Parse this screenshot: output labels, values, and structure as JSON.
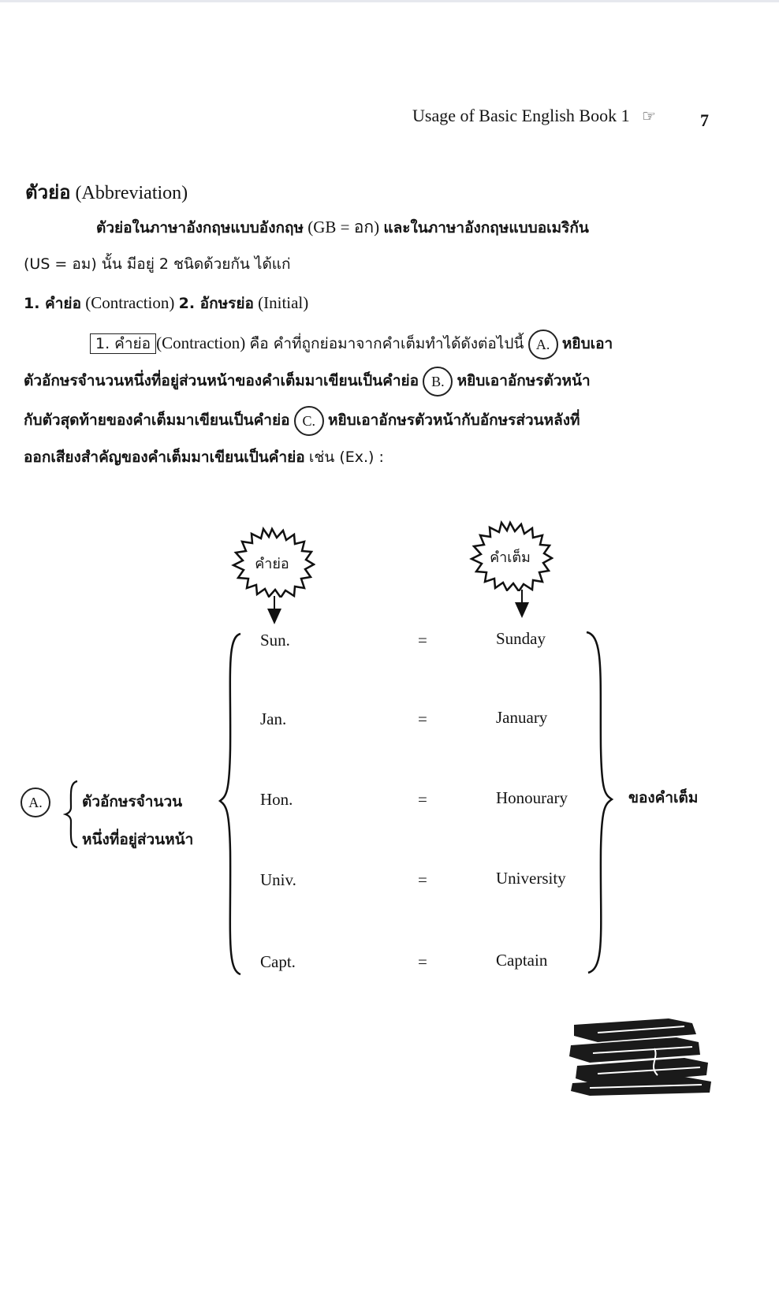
{
  "header": {
    "running_title": "Usage of Basic English Book 1",
    "hand_icon": "pointing-hand-icon",
    "page_number": "7"
  },
  "section": {
    "title_th": "ตัวย่อ",
    "title_en": "(Abbreviation)"
  },
  "intro": {
    "line1_th": "ตัวย่อในภาษาอังกฤษแบบอังกฤษ",
    "line1_code": "(GB = อก)",
    "line1_th2": "และในภาษาอังกฤษแบบอเมริกัน",
    "line2": "(US = อม) นั้น มีอยู่ 2 ชนิดด้วยกัน ได้แก่",
    "types_1_th": "1. คำย่อ",
    "types_1_en": "(Contraction)",
    "types_2_th": "2. อักษรย่อ",
    "types_2_en": "(Initial)"
  },
  "definition": {
    "boxed_label": "1. คำย่อ",
    "contraction_en": "(Contraction)",
    "text1": "คือ คำที่ถูกย่อมาจากคำเต็มทำได้ดังต่อไปนี้",
    "marker_a": "A.",
    "text2": "หยิบเอา",
    "line2": "ตัวอักษรจำนวนหนึ่งที่อยู่ส่วนหน้าของคำเต็มมาเขียนเป็นคำย่อ",
    "marker_b": "B.",
    "line2b": "หยิบเอาอักษรตัวหน้า",
    "line3": "กับตัวสุดท้ายของคำเต็มมาเขียนเป็นคำย่อ",
    "marker_c": "C.",
    "line3b": "หยิบเอาอักษรตัวหน้ากับอักษรส่วนหลังที่",
    "line4": "ออกเสียงสำคัญของคำเต็มมาเขียนเป็นคำย่อ",
    "line4_ex": "เช่น (Ex.) :"
  },
  "diagram": {
    "col_abbr_label": "คำย่อ",
    "col_full_label": "คำเต็ม",
    "equals": "=",
    "rows": [
      {
        "abbr": "Sun.",
        "full": "Sunday"
      },
      {
        "abbr": "Jan.",
        "full": "January"
      },
      {
        "abbr": "Hon.",
        "full": "Honourary"
      },
      {
        "abbr": "Univ.",
        "full": "University"
      },
      {
        "abbr": "Capt.",
        "full": "Captain"
      }
    ],
    "left_marker": "A.",
    "left_note_line1": "ตัวอักษรจำนวน",
    "left_note_line2": "หนึ่งที่อยู่ส่วนหน้า",
    "right_note": "ของคำเต็ม"
  },
  "decoration": {
    "books_icon": "stack-of-books-icon"
  }
}
